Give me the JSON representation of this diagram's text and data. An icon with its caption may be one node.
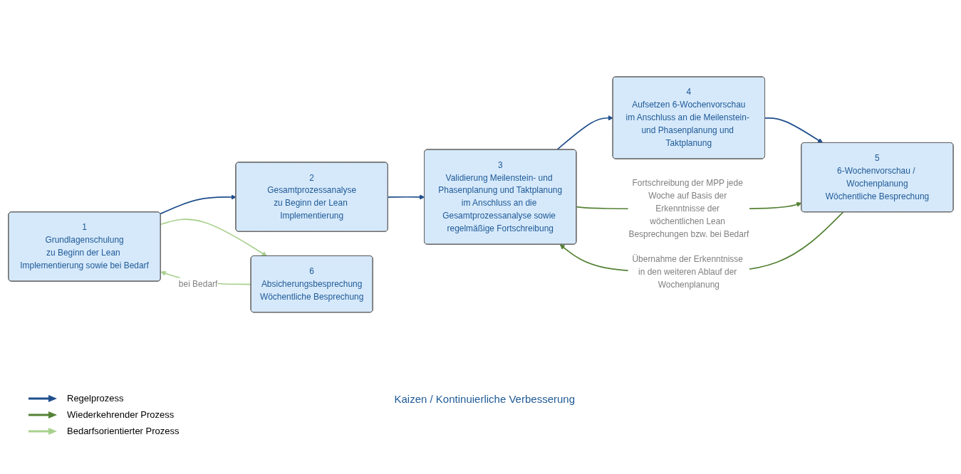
{
  "diagram": {
    "nodes": [
      {
        "text": [
          "1",
          "Grundlagenschulung",
          "zu Beginn der Lean Implementierung sowie bei Bedarf"
        ]
      },
      {
        "text": [
          "2",
          "Gesamtprozessanalyse",
          "zu Beginn der Lean Implementierung"
        ]
      },
      {
        "text": [
          "3",
          "Validierung Meilenstein- und Phasenplanung und Taktplanung",
          "im Anschluss an die Gesamtprozessanalyse sowie regelmäßige Fortschreibung"
        ]
      },
      {
        "text": [
          "4",
          "Aufsetzen 6-Wochenvorschau",
          "im Anschluss an die Meilenstein- und Phasenplanung und Taktplanung"
        ]
      },
      {
        "text": [
          "5",
          "6-Wochenvorschau / Wochenplanung",
          "Wöchentliche Besprechung"
        ]
      },
      {
        "text": [
          "6",
          "Absicherungsbesprechung",
          "Wöchentliche Besprechung"
        ]
      }
    ],
    "edges": [
      {
        "from": 0,
        "to": 1,
        "arrow": "to"
      },
      {
        "from": 1,
        "to": 2,
        "arrow": "to"
      },
      {
        "from": 2,
        "to": 3,
        "arrow": "to"
      },
      {
        "from": 3,
        "to": 4,
        "arrow": "to"
      },
      {
        "from": 2,
        "to": 4,
        "arrow": "to",
        "color": "#548235",
        "label": "Fortschreibung der MPP jede Woche auf Basis der Erkenntnisse der wöchentlichen Lean Besprechungen bzw. bei Bedarf"
      },
      {
        "from": 4,
        "to": 2,
        "arrow": "to",
        "color": "#548235",
        "label": "Übernahme der Erkenntnisse in den weiteren Ablauf der Wochenplanung"
      },
      {
        "from": 0,
        "to": 5,
        "arrow": "to",
        "color": "#a9d18e"
      },
      {
        "from": 5,
        "to": 0,
        "arrow": "to",
        "color": "#a9d18e",
        "label": "bei Bedarf"
      }
    ],
    "labels": [
      "Kaizen / Kontinuierliche Verbesserung"
    ],
    "legend": [
      {
        "text": "Regelprozess"
      },
      {
        "text": "Wiederkehrender Prozess"
      },
      {
        "text": "Bedarfsorientierter Prozess"
      }
    ]
  }
}
